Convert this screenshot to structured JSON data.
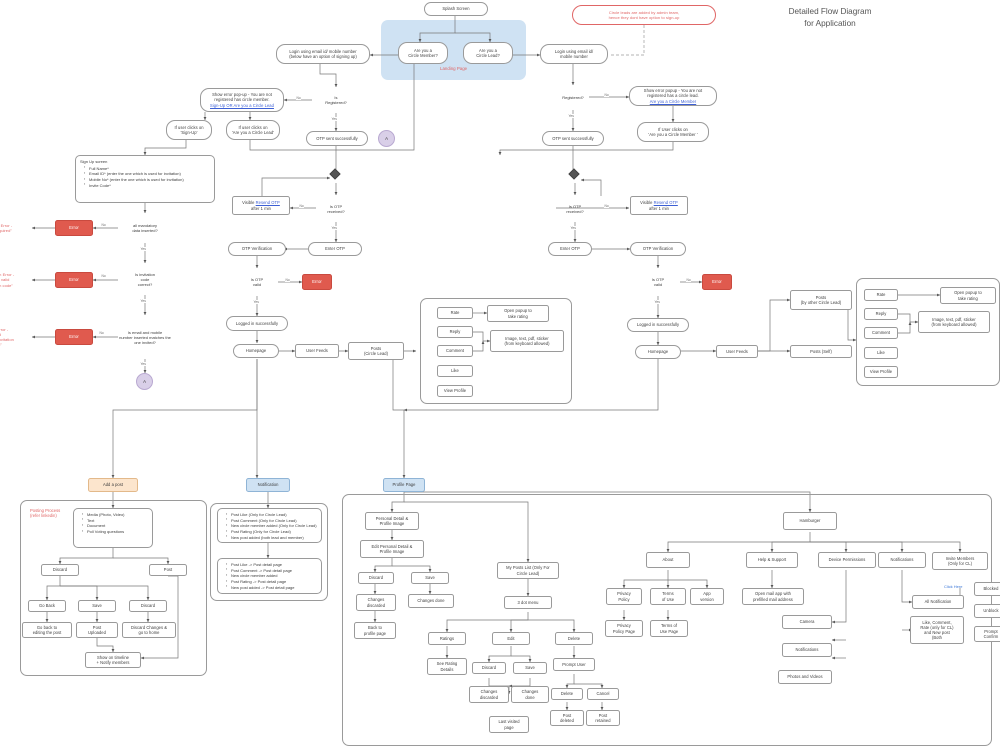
{
  "title": "Detailed Flow Diagram\nfor Application",
  "labels": {
    "landing_page": "Landing Page",
    "posting_process": "Posting Process\n(refer linkedin)",
    "click_here": "Click Here",
    "yes": "Yes",
    "no": "No"
  },
  "nodes": {
    "splash": "Splash Screen",
    "are_you_member": "Are you a\nCircle Member?",
    "are_you_lead": "Are you a\nCircle Lead?",
    "login_member": "Login using email id/ mobile number\n(below have an option of signing up)",
    "login_lead": "Login using email id/\nmobile number",
    "note_leads": "Circle leads are added by admin team,\nhence they dont have option to sign-up",
    "is_registered_left": "Is\nRegistered?",
    "is_registered_right": "Registered?",
    "err_popup_member": "Show error pop-up - You are not\nregistered has circle member.",
    "err_popup_member_links": "Sign-Up OR Are you a Circle Lead",
    "err_popup_lead": "Show error popup - You are not\nregistered has a circle lead.",
    "err_popup_lead_link": "Are you a Circle Member",
    "clicks_signup": "If user clicks on\n'Sign-Up'",
    "clicks_are_you_lead": "If user clicks on\n'Are you a Circle Lead'",
    "clicks_are_you_member": "If User clicks on\n'Are you a Circle Member '",
    "otp_sent_left": "OTP sent successfully",
    "otp_sent_right": "OTP sent successfully",
    "signup_screen_title": "Sign Up screen",
    "signup_items": [
      "Full Name*",
      "Email ID* (enter the one which is used for invitation)",
      "Mobile No* (enter the one which is used for invitation)",
      "Invite Code*"
    ],
    "mandatory_check": "all mandatory\ndata inserted?",
    "invite_code_check": "Is invitation\ncode\ncorrect?",
    "email_mobile_check": "Is email and mobile\nnumber inserted matches the\none invited?",
    "error": "Error",
    "validation_field_required": "Validation Error -\n\"Field Required\"",
    "validation_invite_code": "Validation Error -\n\"Enter valid\ninvitation code\"",
    "validation_mail_sent": "Validation Error -\n\"Email id\nmismatch, no invitation\nwas sent\"",
    "conn_a_left": "A",
    "conn_a_mid": "A",
    "conn_a_right": "A",
    "is_otp_received_left": "Is OTP\nreceived?",
    "is_otp_received_right": "Is OTP\nreceived?",
    "resend_left_pre": "Visible ",
    "resend_link": "Resend OTP",
    "resend_post": "\nafter 1 min",
    "enter_otp_left": "Enter OTP",
    "enter_otp_right": "Enter OTP",
    "otp_verification_left": "OTP Verification",
    "otp_verification_right": "OTP Verification",
    "is_otp_valid_left": "Is OTP\nvalid",
    "is_otp_valid_right": "Is OTP\nvalid",
    "logged_in_left": "Logged in successfully",
    "logged_in_right": "Logged in successfully",
    "homepage_left": "Homepage",
    "homepage_right": "Homepage",
    "user_feeds_left": "User Feeds",
    "user_feeds_right": "User Feeds",
    "posts_circle_lead": "Posts\n(Circle Lead)",
    "posts_other_lead": "Posts\n(by other Circle Lead)",
    "posts_self": "Posts (Self)",
    "rate": "Rate",
    "reply": "Reply",
    "comment": "Comment",
    "like": "Like",
    "view_profile": "View Profile",
    "open_popup_rating": "Open popup to\ntake rating",
    "image_text_pdf": "Image, text, pdf, sticker\n(from keyboard allowed)",
    "rate2": "Rate",
    "reply2": "Reply",
    "comment2": "Comment",
    "like2": "Like",
    "view_profile2": "View Profile",
    "open_popup_rating2": "Open popup to\ntake rating",
    "image_text_pdf2": "Image, text, pdf, sticker\n(from keyboard allowed)",
    "add_a_post": "Add a post",
    "post_types": [
      "Media (Photo, Video)",
      "Text",
      "Document",
      "Poll Voting questions"
    ],
    "discard_top": "Discard",
    "post_top": "Post",
    "go_back": "Go Back",
    "save_post": "Save",
    "discard_post": "Discard",
    "go_back_edit": "Go back to\nediting the post",
    "post_uploaded": "Post\nUploaded",
    "discard_changes_home": "Discard Changes &\ngo to home",
    "show_on_timeline": "Show on timeline\n+ Notify members",
    "notification": "Notification",
    "notif_items": [
      "Post Like (Only for Circle Lead)",
      "Post Comment (Only for Circle Lead)",
      "New circle member added (Only for Circle Lead)",
      "Post Rating (Only for Circle Lead)",
      "New post added (both lead and member)"
    ],
    "notif_actions": [
      "Post Like -> Post detail page",
      "Post Comment -> Post detail page",
      "New circle member added",
      "Post Rating -> Post detail page",
      "New post added -> Post detail page"
    ],
    "profile_page": "Profile Page",
    "personal_detail": "Personal Detail &\nProfile Image",
    "edit_personal_detail": "Edit Personal Detail &\nProfile Image",
    "discard_profile": "Discard",
    "save_profile": "Save",
    "changes_discarded": "Changes\ndiscarded",
    "changes_done": "Changes done",
    "back_to_profile": "Back to\nprofile page",
    "my_posts_list": "My Posts List (Only For\nCircle Lead)",
    "three_dot_menu": "3 dot menu",
    "ratings": "Ratings",
    "edit": "Edit",
    "delete": "Delete",
    "see_rating_details": "See Rating\nDetails",
    "discard_edit": "Discard",
    "save_edit": "Save",
    "changes_discarded2": "Changes\ndiscarded",
    "changes_done2": "Changes\ndone",
    "last_visited_page": "Last visited\npage",
    "prompt_user": "Prompt User",
    "delete_confirm": "Delete",
    "cancel_confirm": "Cancel",
    "post_deleted": "Post\ndeleted",
    "post_retained": "Post\nretained",
    "hamburger": "Hamburger",
    "about": "About",
    "help_support": "Help & Support",
    "device_permissions": "Device Permissions",
    "notifications_menu": "Notifications",
    "invite_members": "Invite Members\n(Only for CL)",
    "privacy_policy": "Privacy\nPolicy",
    "terms_of_use": "Terms\nof Use",
    "app_version": "App\nversion",
    "privacy_policy_page": "Privacy\nPolicy Page",
    "terms_of_use_page": "Terms of\nUse Page",
    "open_mail_app": "Open mail app with\nprefilled mail address",
    "camera": "Camera",
    "notifications_perm": "Notifications",
    "photos_videos": "Photos and Videos",
    "all_notification": "All Notification",
    "like_comment_rate": "Like, Comment,\nRate (only for CL)\nand New post\n(Both",
    "blocked": "Blocked",
    "unblock": "Unblock",
    "prompt_confirm": "Prompt\nConfirm"
  }
}
